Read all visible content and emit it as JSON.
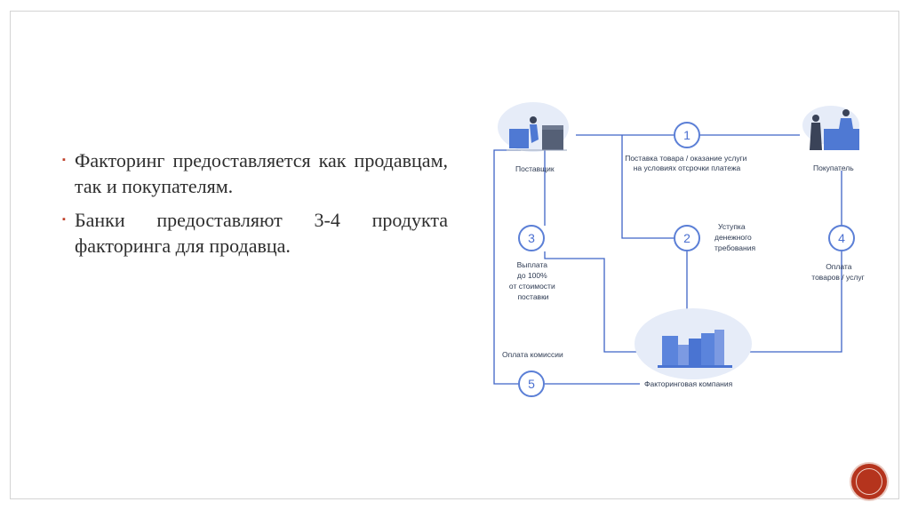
{
  "slide": {
    "bullets": [
      {
        "marker": "▪",
        "text": "Факторинг предоставляется как продавцам, так и покупателям."
      },
      {
        "marker": "▪",
        "text": "Банки предоставляют 3-4 продукта факторинга для продавца."
      }
    ]
  },
  "diagram": {
    "nodes": {
      "supplier": "Поставщик",
      "buyer": "Покупатель",
      "factor": "Факторинговая компания"
    },
    "steps": [
      {
        "num": "1",
        "lines": [
          "Поставка товара / оказание услуги",
          "на условиях отсрочки платежа"
        ]
      },
      {
        "num": "2",
        "lines": [
          "Уступка",
          "денежного",
          "требования"
        ]
      },
      {
        "num": "3",
        "lines": [
          "Выплата",
          "до 100%",
          "от стоимости",
          "поставки"
        ]
      },
      {
        "num": "4",
        "lines": [
          "Оплата",
          "товаров / услуг"
        ]
      },
      {
        "num": "5",
        "lines": [
          "Оплата комиссии"
        ]
      }
    ],
    "colors": {
      "line": "#3f63c6",
      "circle": "#5b7fd6",
      "blob": "#e6ecf8",
      "figure": "#4f79d3"
    }
  }
}
